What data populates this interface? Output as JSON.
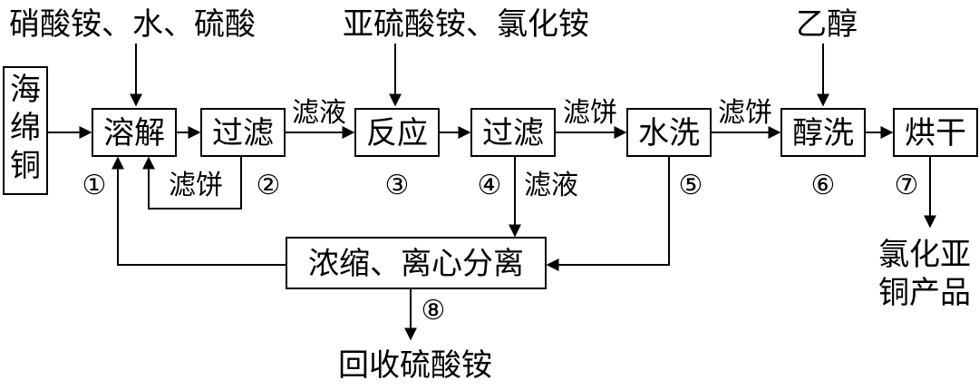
{
  "inputs": {
    "dissolve_reagents": "硝酸铵、水、硫酸",
    "react_reagents": "亚硫酸铵、氯化铵",
    "alcohol": "乙醇"
  },
  "boxes": {
    "start": [
      "海",
      "绵",
      "铜"
    ],
    "dissolve": "溶解",
    "filter1": "过滤",
    "react": "反应",
    "filter2": "过滤",
    "wash": "水洗",
    "alcohol_wash": "醇洗",
    "dry": "烘干",
    "concentrate": "浓缩、离心分离"
  },
  "labels": {
    "filtrate1": "滤液",
    "cake_return": "滤饼",
    "cake1": "滤饼",
    "filtrate2": "滤液",
    "cake2": "滤饼"
  },
  "steps": [
    "①",
    "②",
    "③",
    "④",
    "⑤",
    "⑥",
    "⑦",
    "⑧"
  ],
  "outputs": {
    "product": [
      "氯化亚",
      "铜产品"
    ],
    "recovered": "回收硫酸铵"
  }
}
